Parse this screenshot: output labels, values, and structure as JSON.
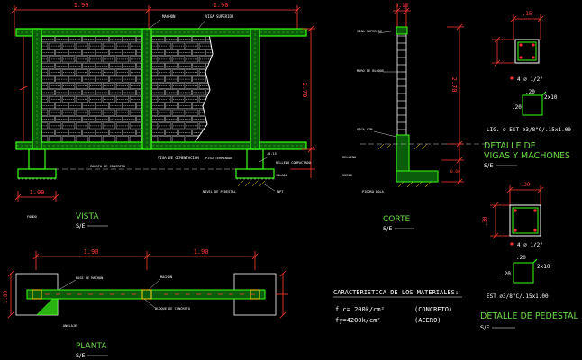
{
  "colors": {
    "background": "#000000",
    "structure": "#39ff14",
    "fill_green": "#0b5d0b",
    "dimension": "#ff3b30",
    "text": "#ffffff",
    "title": "#6cd94a",
    "block": "#cfcfcf",
    "rebar": "#ff2d2d",
    "accent": "#ffd60a"
  },
  "vista": {
    "title": "VISTA",
    "scale": "S/E",
    "dims": {
      "span1": "1.90",
      "span2": "1.90",
      "height": "2.70",
      "footing": "1.00"
    },
    "notes": {
      "machon": "MACHON",
      "viga_superior": "VIGA SUPERIOR",
      "viga_cimentacion": "VIGA DE CIMENTACION",
      "zapata": "ZAPATA DE CONCRETO",
      "piso": "PISO TERMINADO",
      "nivel": "+0.15",
      "relleno": "RELLENO COMPACTADO",
      "solado": "SOLADO",
      "fondo": "FONDO",
      "pedestal": "NIVEL DE PEDESTAL",
      "npt": "NPT"
    }
  },
  "corte": {
    "title": "CORTE",
    "scale": "S/E",
    "dims": {
      "top": "0.15",
      "height": "2.70",
      "base": "0.60"
    },
    "notes": {
      "viga_sup": "VIGA SUPERIOR",
      "muro": "MURO DE BLOQUE",
      "relleno": "RELLENO",
      "viga_cim": "VIGA CIM.",
      "suelo": "SUELO",
      "piedra": "PIEDRA BOLA"
    }
  },
  "planta": {
    "title": "PLANTA",
    "scale": "S/E",
    "dims": {
      "span1": "1.90",
      "span2": "1.90",
      "side": "1.00"
    },
    "notes": {
      "base": "BASE DE MACHON",
      "bloque": "BLOQUE DE CONCRETO",
      "machon": "MACHON",
      "anclaje": "ANCLAJE"
    }
  },
  "detalle_vigas": {
    "title_line1": "DETALLE DE",
    "title_line2": "VIGAS Y MACHONES",
    "scale": "S/E",
    "section_dim": ".15",
    "rebar": "4 ⌀ 1/2\"",
    "stirrup_w": ".20",
    "stirrup_dim": "2x10",
    "stirrup_note": "LIG. ⌀ EST ⌀3/8\"C/.15x1.00"
  },
  "detalle_pedestal": {
    "title": "DETALLE DE PEDESTAL",
    "scale": "S/E",
    "section_dim": ".30",
    "rebar": "4 ⌀ 1/2\"",
    "stirrup_w": ".20",
    "stirrup_dim": "2x10",
    "stirrup_note": "EST ⌀3/8\"C/.15x1.00"
  },
  "materiales": {
    "heading": "CARACTERISTICA DE LOS MATERIALES:",
    "concrete": "f'c= 200k/cm²",
    "concrete_label": "(CONCRETO)",
    "steel": "fy=4200k/cm²",
    "steel_label": "(ACERO)"
  }
}
